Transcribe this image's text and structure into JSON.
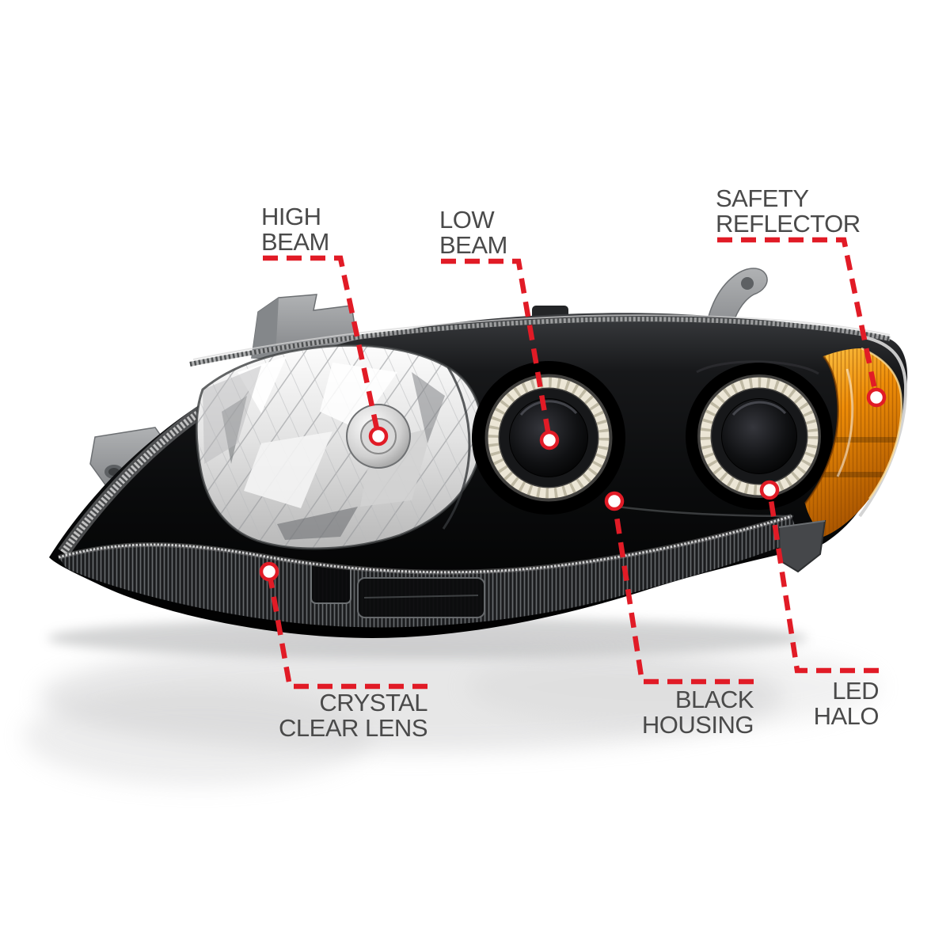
{
  "callouts": {
    "high_beam": {
      "label": "HIGH BEAM"
    },
    "low_beam": {
      "label": "LOW BEAM"
    },
    "safety_reflector": {
      "label": "SAFETY REFLECTOR"
    },
    "crystal_clear_lens": {
      "label": "CRYSTAL CLEAR LENS"
    },
    "black_housing": {
      "label": "BLACK HOUSING"
    },
    "led_halo": {
      "label": "LED HALO"
    }
  },
  "colors": {
    "background": "#ffffff",
    "callout_line": "#e11b26",
    "callout_dot_fill": "#ffffff",
    "label_text": "#4a4a4a",
    "housing_black": "#0b0c0d",
    "chrome_reflector": "#d9d9d9",
    "amber_reflector": "#f0941c",
    "halo_ring": "#ece6d6",
    "bracket_gray": "#97999c"
  }
}
